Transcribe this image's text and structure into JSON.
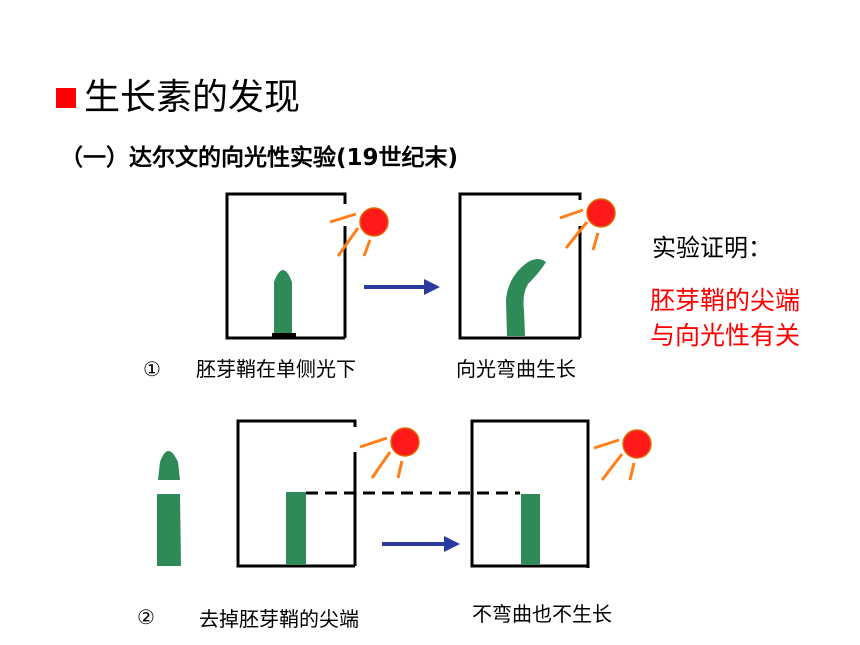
{
  "slide": {
    "title": "生长素的发现",
    "subtitle": "（一）达尔文的向光性实验(19世纪末)"
  },
  "experiment1": {
    "number": "①",
    "condition": "胚芽鞘在单侧光下",
    "result": "向光弯曲生长"
  },
  "experiment2": {
    "number": "②",
    "condition": "去掉胚芽鞘的尖端",
    "result": "不弯曲也不生长"
  },
  "conclusion": {
    "heading": "实验证明：",
    "text": "胚芽鞘的尖端与向光性有关"
  },
  "colors": {
    "accent_red": "#ff0000",
    "sun": "#ff1a1a",
    "rays": "#ff7f1a",
    "coleoptile": "#2e8b57",
    "arrow": "#2a3b9e"
  }
}
